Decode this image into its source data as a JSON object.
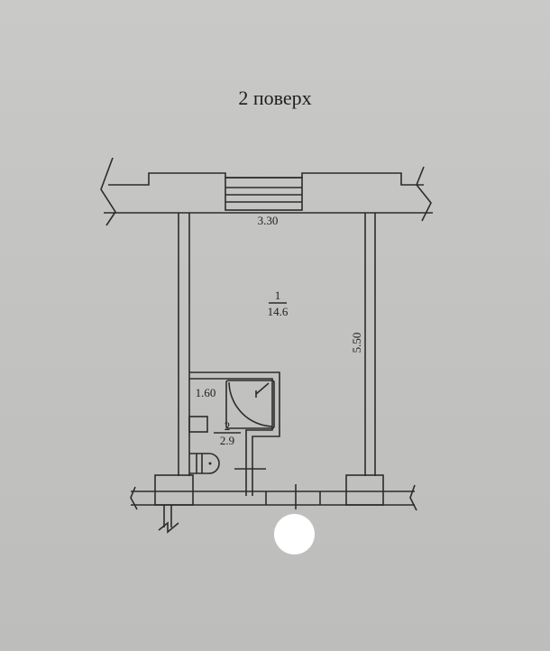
{
  "title": "2 поверх",
  "dimensions": {
    "width_top": "3.30",
    "length_right": "5.50",
    "bathroom_width": "1.60"
  },
  "rooms": [
    {
      "number": "1",
      "area": "14.6"
    },
    {
      "number": "2",
      "area": "2.9"
    }
  ],
  "colors": {
    "paper": "#c3c3c1",
    "ink": "#2c2c2c"
  }
}
